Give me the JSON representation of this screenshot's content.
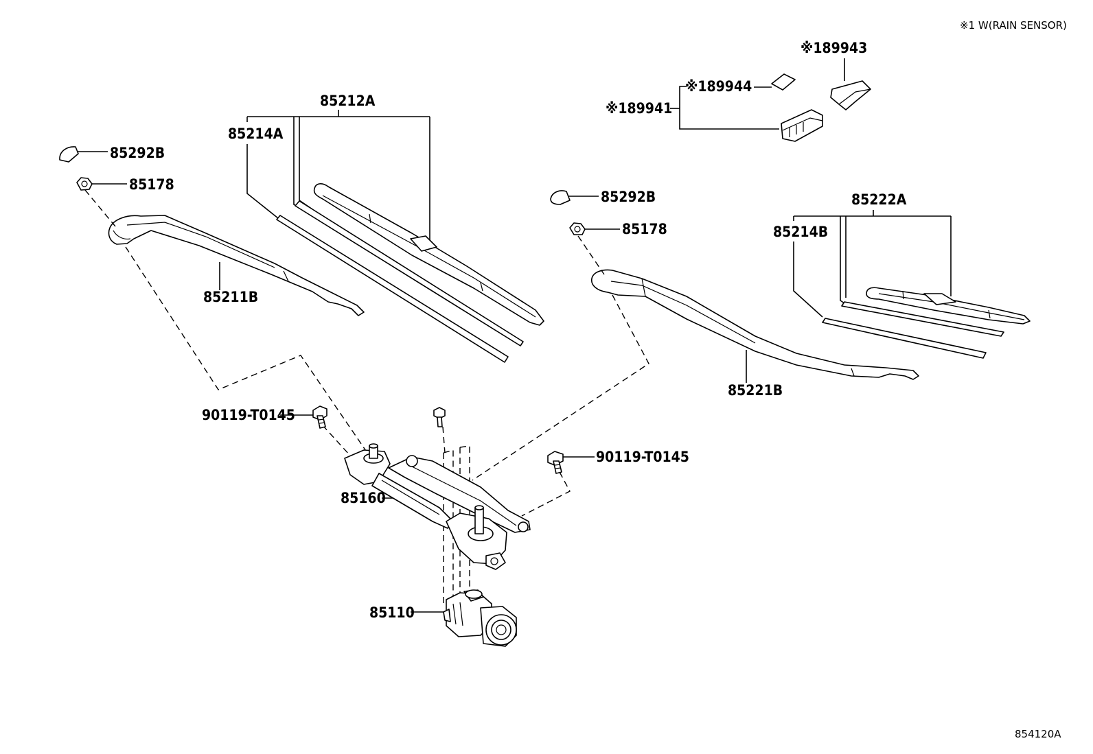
{
  "note": "※1 W(RAIN SENSOR)",
  "figure_code": "854120A",
  "labels": {
    "p89943": "※189943",
    "p89944": "※189944",
    "p89941": "※189941",
    "p85212A": "85212A",
    "p85214A": "85214A",
    "p85292B_left": "85292B",
    "p85178_left": "85178",
    "p85211B": "85211B",
    "p85292B_right": "85292B",
    "p85178_right": "85178",
    "p85222A": "85222A",
    "p85214B": "85214B",
    "p85221B": "85221B",
    "p90119_left": "90119-T0145",
    "p90119_right": "90119-T0145",
    "p85160": "85160",
    "p85110": "85110"
  }
}
